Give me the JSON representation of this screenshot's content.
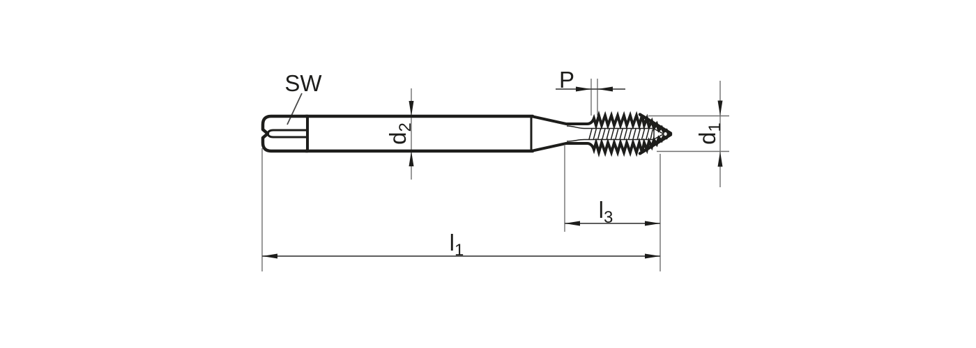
{
  "figure": {
    "kind": "technical-drawing",
    "subject": "machine tap (threading tool), side view with dimension annotations",
    "background": "#ffffff",
    "ink": "#1d1d1b",
    "thin_line": "#6e6e6e",
    "dim_line": "#474747"
  },
  "labels": {
    "sw": {
      "text": "SW"
    },
    "p": {
      "text": "P"
    },
    "d2": {
      "base": "d",
      "sub": "2"
    },
    "d1": {
      "base": "d",
      "sub": "1"
    },
    "l3": {
      "base": "l",
      "sub": "3"
    },
    "l1": {
      "base": "l",
      "sub": "1"
    }
  }
}
